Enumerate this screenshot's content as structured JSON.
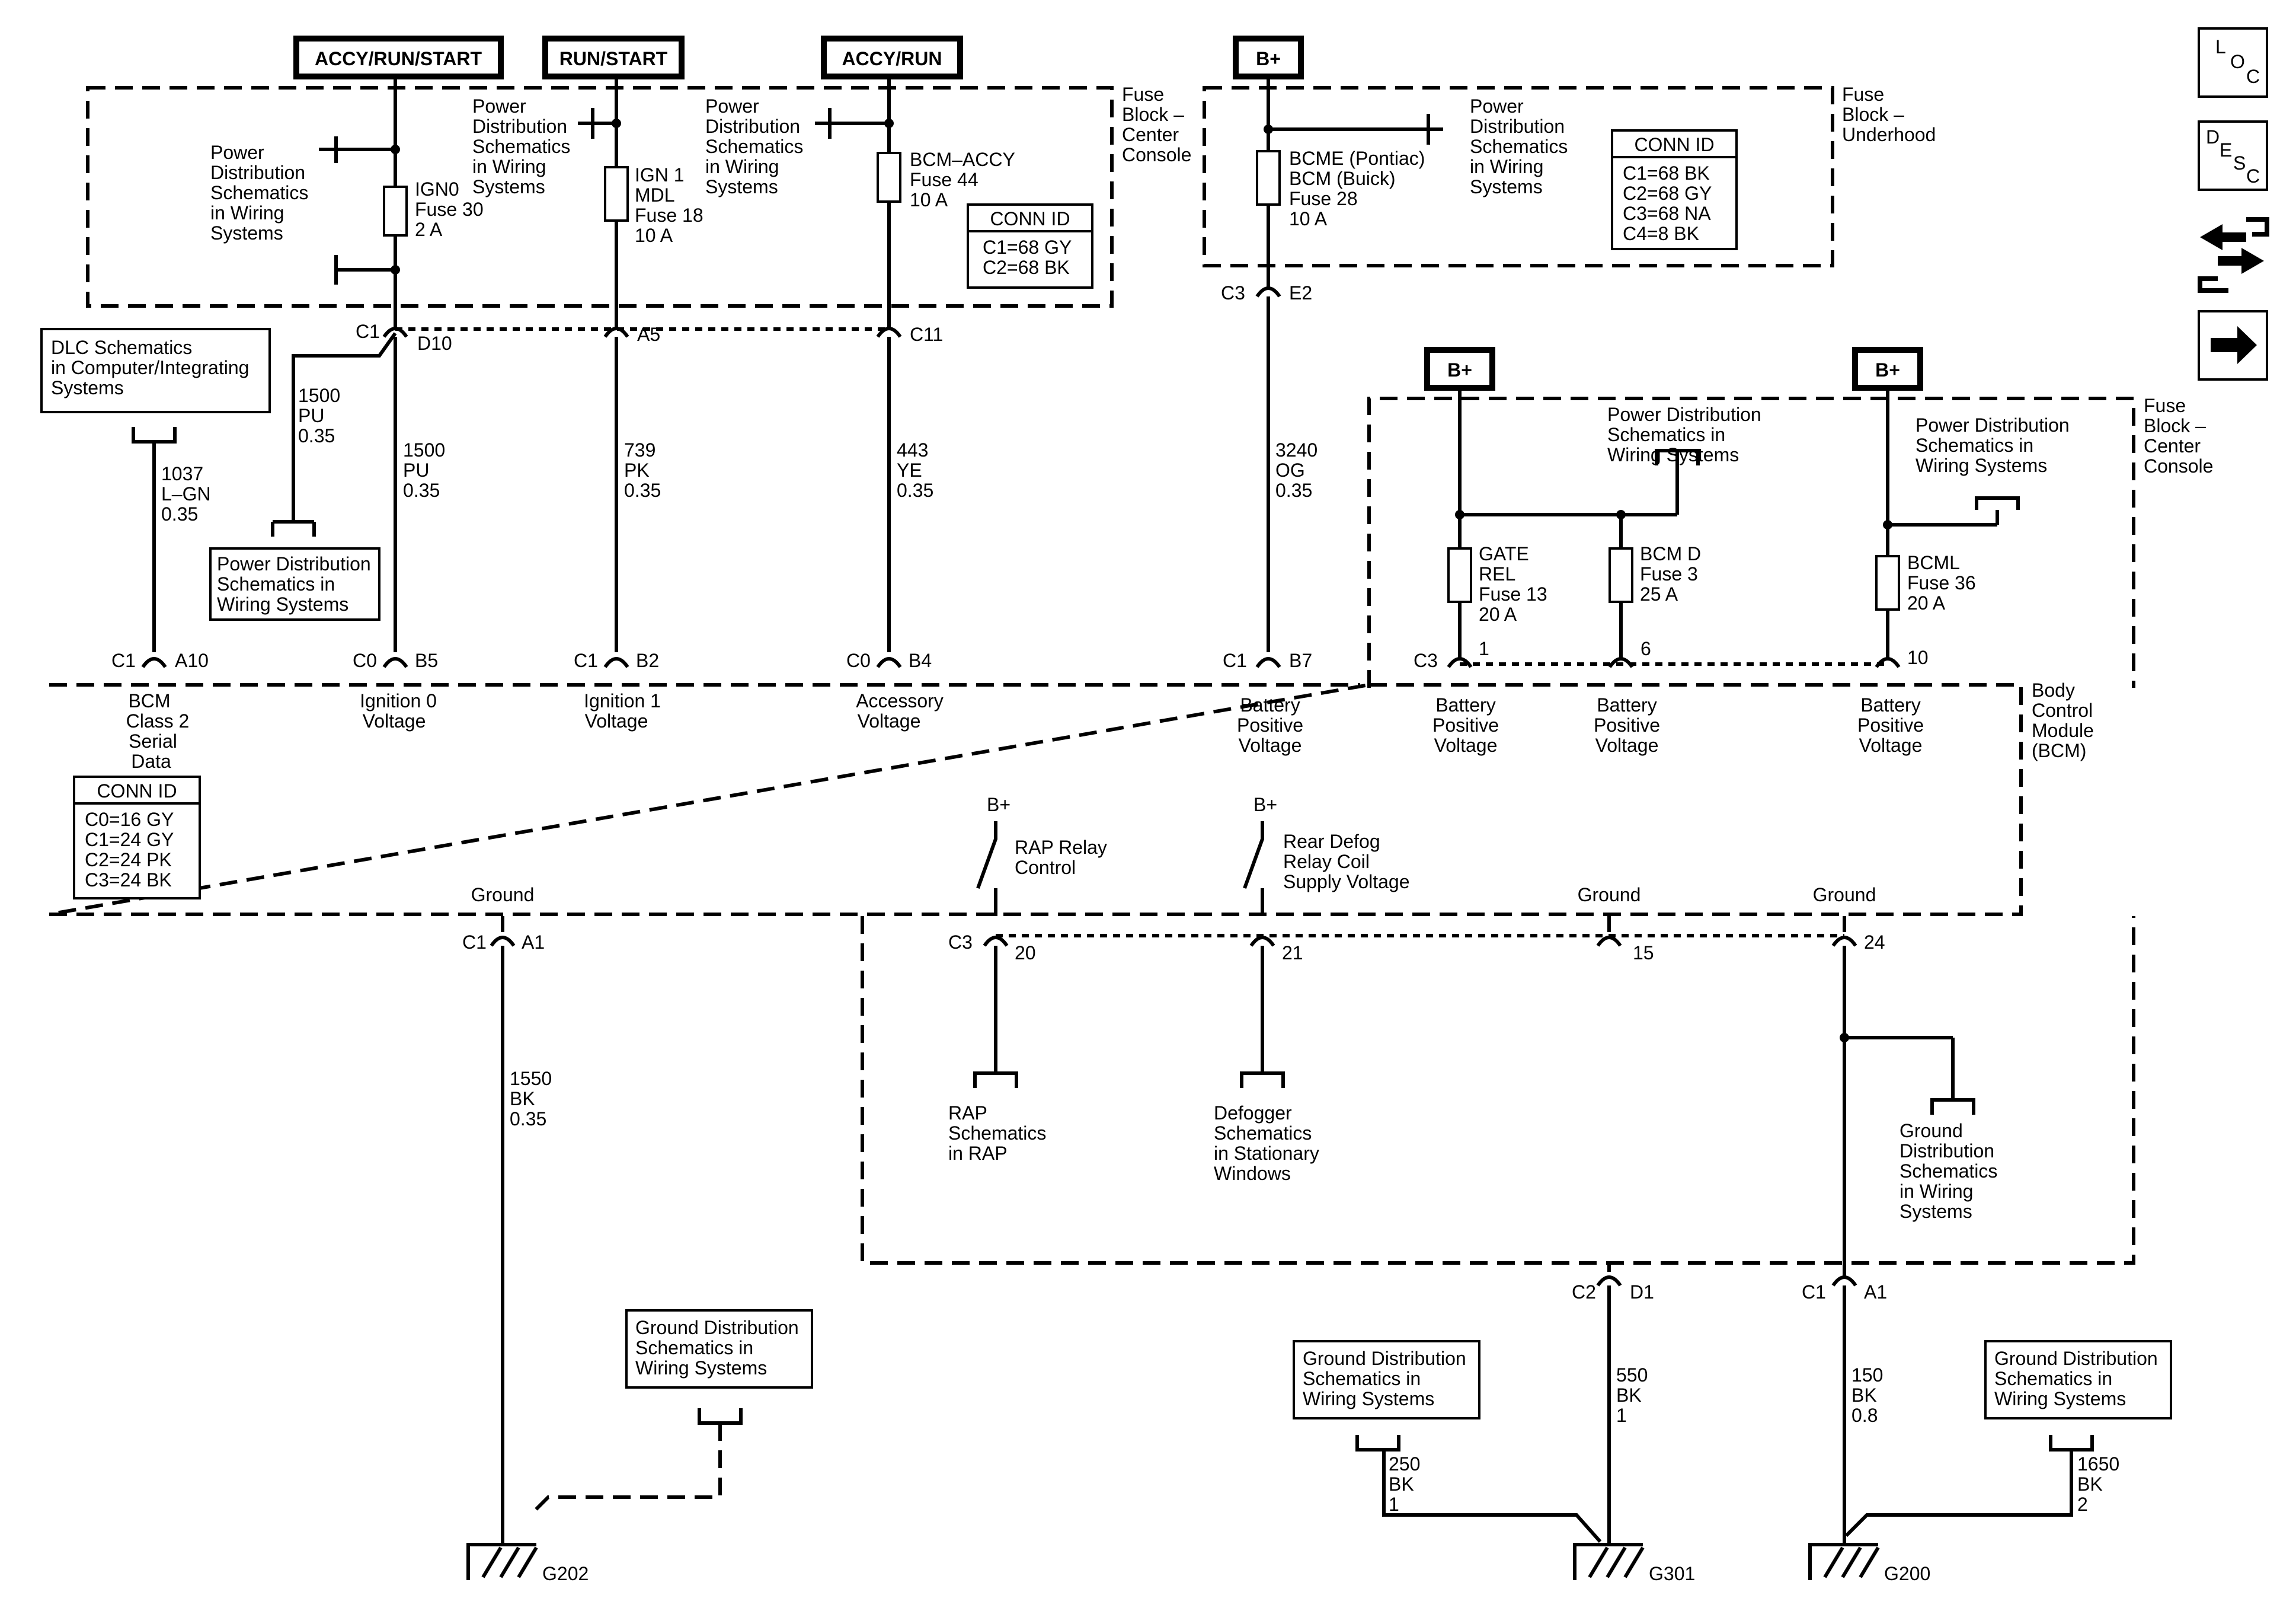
{
  "power_modes": {
    "accy_run_start": "ACCY/RUN/START",
    "run_start": "RUN/START",
    "accy_run": "ACCY/RUN",
    "b_plus": "B+"
  },
  "nav_icons": {
    "loc": "LOC",
    "desc": "DESC"
  },
  "fuse_block_center": [
    "Fuse",
    "Block –",
    "Center",
    "Console"
  ],
  "fuse_block_underhood": [
    "Fuse",
    "Block –",
    "Underhood"
  ],
  "pwr_dist": [
    "Power",
    "Distribution",
    "Schematics",
    "in Wiring",
    "Systems"
  ],
  "pwr_dist_short": [
    "Power Distribution",
    "Schematics in",
    "Wiring Systems"
  ],
  "pwr_dist_box": [
    "Power Distribution",
    "Schematics in",
    "Wiring  Systems"
  ],
  "gnd_dist": [
    "Ground Distribution",
    "Schematics in",
    "Wiring Systems"
  ],
  "gnd_dist_long": [
    "Ground",
    "Distribution",
    "Schematics",
    "in Wiring",
    "Systems"
  ],
  "dlc": [
    "DLC Schematics",
    "in Computer/Integrating",
    "Systems"
  ],
  "fuses": {
    "ign0": [
      "IGN0",
      "Fuse 30",
      "2 A"
    ],
    "ign1": [
      "IGN 1",
      "MDL",
      "Fuse 18",
      "10 A"
    ],
    "bcm_accy": [
      "BCM–ACCY",
      "Fuse 44",
      "10 A"
    ],
    "bcme": [
      "BCME  (Pontiac)",
      "BCM     (Buick)",
      "Fuse 28",
      "10 A"
    ],
    "gate": [
      "GATE",
      "REL",
      "Fuse 13",
      "20 A"
    ],
    "bcmd": [
      "BCM D",
      "Fuse 3",
      "25 A"
    ],
    "bcml": [
      "BCML",
      "Fuse 36",
      "20  A"
    ]
  },
  "conn_id_title": "CONN ID",
  "conn_center": [
    "C1=68 GY",
    "C2=68 BK"
  ],
  "conn_underhood": [
    "C1=68 BK",
    "C2=68 GY",
    "C3=68 NA",
    "C4=8 BK"
  ],
  "conn_bcm": [
    "C0=16 GY",
    "C1=24 GY",
    "C2=24 PK",
    "C3=24 BK"
  ],
  "connectors": {
    "c1": "C1",
    "c0": "C0",
    "c2": "C2",
    "c3": "C3",
    "d10": "D10",
    "a5": "A5",
    "c11": "C11",
    "e2": "E2",
    "a10": "A10",
    "b5": "B5",
    "b2": "B2",
    "b4": "B4",
    "b7": "B7",
    "p1": "1",
    "p6": "6",
    "p10": "10",
    "a1": "A1",
    "p20": "20",
    "p21": "21",
    "p15": "15",
    "p24": "24",
    "d1": "D1"
  },
  "wires": {
    "w1500a": [
      "1500",
      "PU",
      "0.35"
    ],
    "w1500b": [
      "1500",
      "PU",
      "0.35"
    ],
    "w1037": [
      "1037",
      "L–GN",
      "0.35"
    ],
    "w739": [
      "739",
      "PK",
      "0.35"
    ],
    "w443": [
      "443",
      "YE",
      "0.35"
    ],
    "w3240": [
      "3240",
      "OG",
      "0.35"
    ],
    "w1550": [
      "1550",
      "BK",
      "0.35"
    ],
    "w550": [
      "550",
      "BK",
      "1"
    ],
    "w150": [
      "150",
      "BK",
      "0.8"
    ],
    "w250": [
      "250",
      "BK",
      "1"
    ],
    "w1650": [
      "1650",
      "BK",
      "2"
    ]
  },
  "bcm_pins": {
    "serial": [
      "BCM",
      "Class 2",
      "Serial",
      "Data"
    ],
    "ign0": [
      "Ignition 0",
      "Voltage"
    ],
    "ign1": [
      "Ignition 1",
      "Voltage"
    ],
    "accy": [
      "Accessory",
      "Voltage"
    ],
    "batt": [
      "Battery",
      "Positive",
      "Voltage"
    ]
  },
  "bcm_label": [
    "Body",
    "Control",
    "Module",
    "(BCM)"
  ],
  "ground": "Ground",
  "rap_relay": [
    "RAP Relay",
    "Control"
  ],
  "rear_defog": [
    "Rear Defog",
    "Relay Coil",
    "Supply Voltage"
  ],
  "rap_sch": [
    "RAP",
    "Schematics",
    "in RAP"
  ],
  "defog_sch": [
    "Defogger",
    "Schematics",
    "in Stationary",
    "Windows"
  ],
  "grounds": {
    "g202": "G202",
    "g301": "G301",
    "g200": "G200"
  }
}
